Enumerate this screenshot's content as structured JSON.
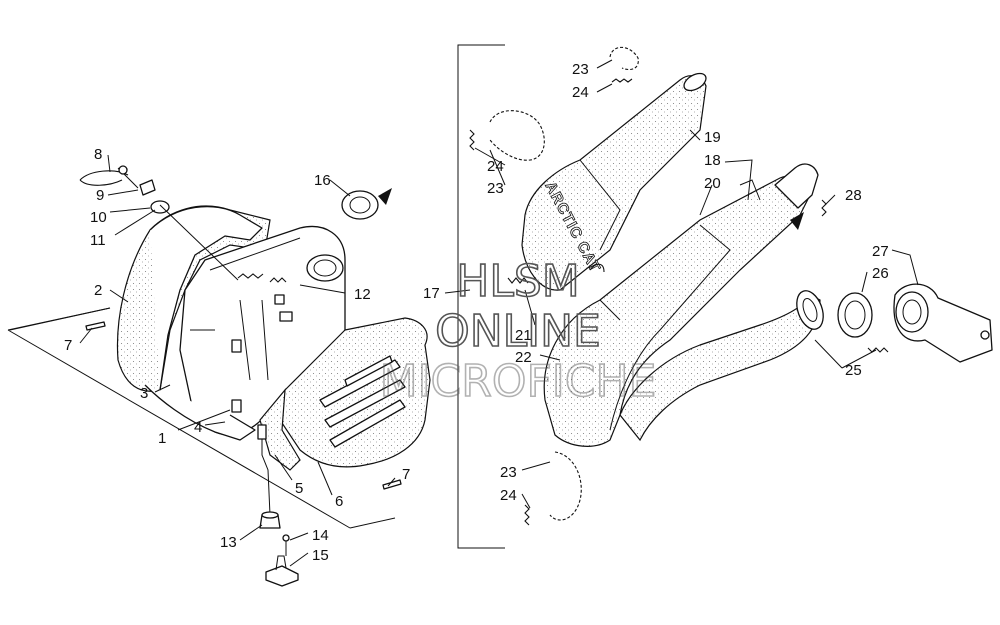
{
  "watermark": {
    "line1": "HLSM",
    "line2": "ONLINE",
    "line3": "MICROFICHE",
    "color": "#555555"
  },
  "labels": {
    "p1": "1",
    "p2": "2",
    "p3": "3",
    "p4": "4",
    "p5": "5",
    "p6": "6",
    "p7a": "7",
    "p7b": "7",
    "p8": "8",
    "p9": "9",
    "p10": "10",
    "p11": "11",
    "p12": "12",
    "p13": "13",
    "p14": "14",
    "p15": "15",
    "p16": "16",
    "p17": "17",
    "p18": "18",
    "p19": "19",
    "p20": "20",
    "p21": "21",
    "p22": "22",
    "p23a": "23",
    "p24a": "24",
    "p24b": "24",
    "p23b": "23",
    "p23c": "23",
    "p24c": "24",
    "p25": "25",
    "p26": "26",
    "p27": "27",
    "p28": "28"
  },
  "pipe_lettering": "ARCTIC CAT"
}
